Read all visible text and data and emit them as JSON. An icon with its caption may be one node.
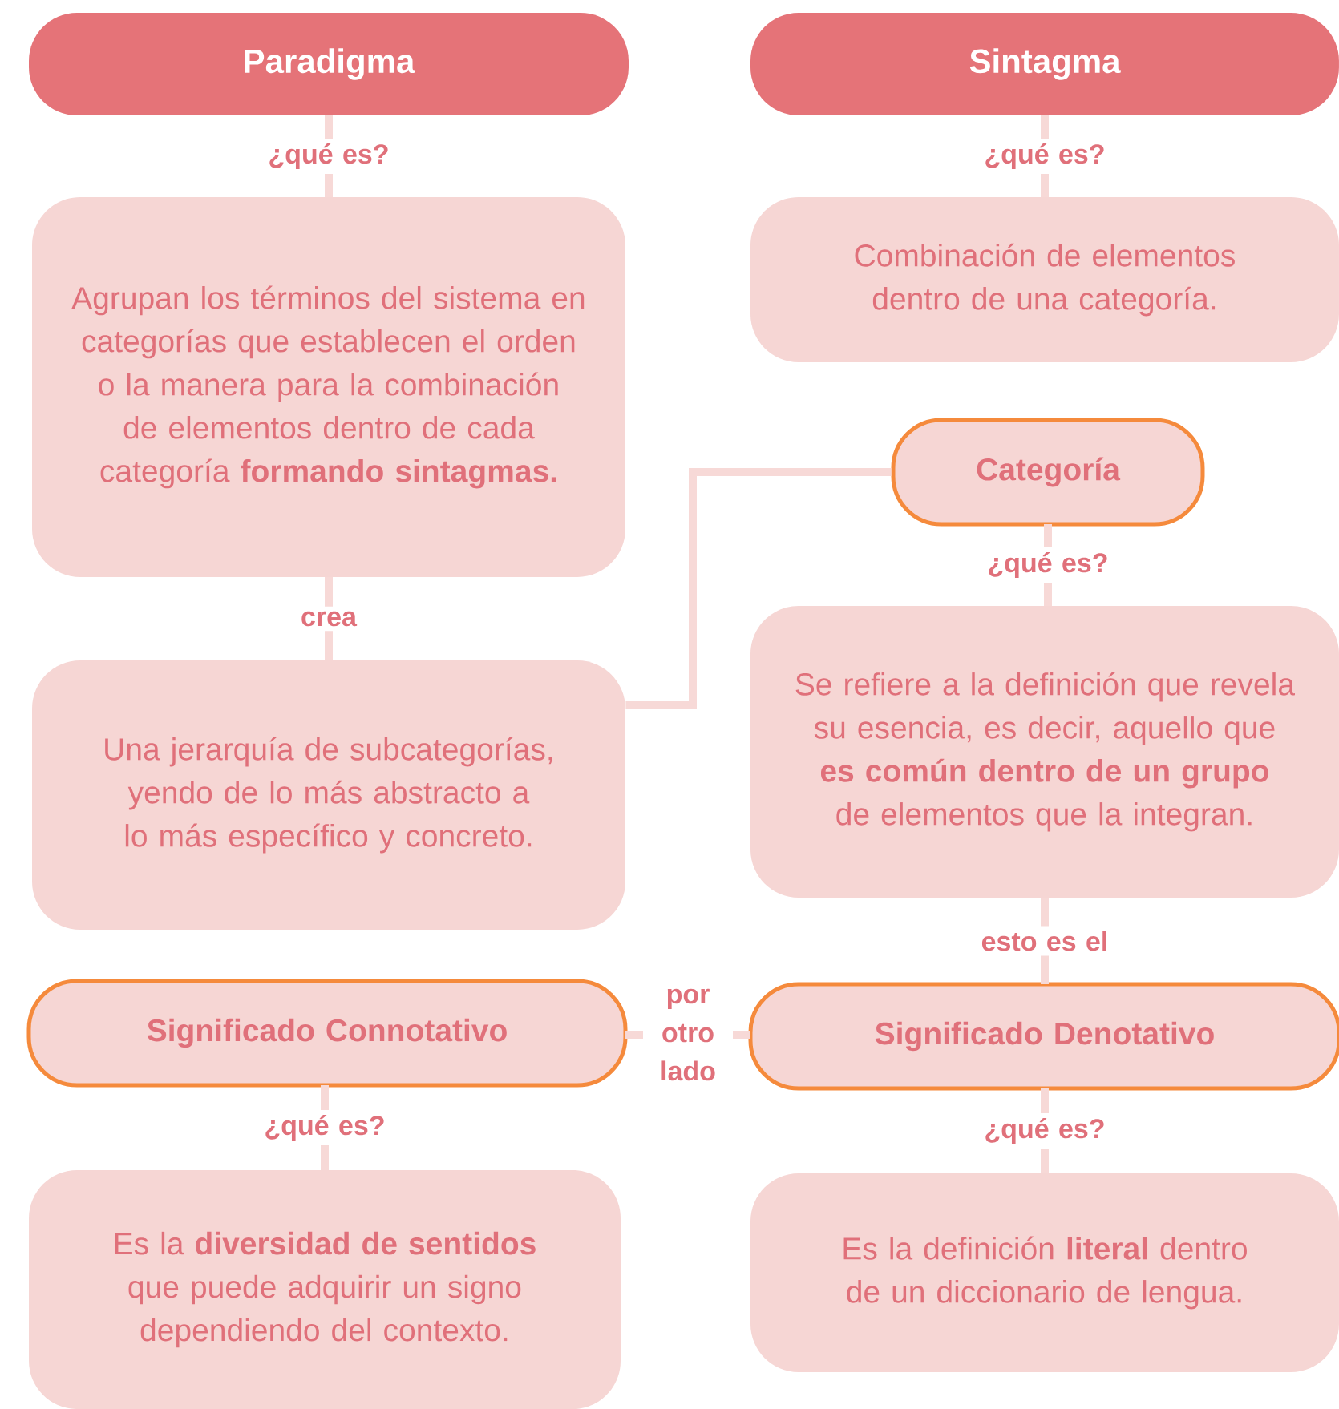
{
  "diagram": {
    "nodes": [
      {
        "text": [
          "Paradigma"
        ]
      },
      {
        "text": [
          "Sintagma"
        ]
      },
      {
        "text": [
          "Agrupan los términos del sistema en categorías que establecen el orden o la manera para la combinación de elementos dentro de cada categoría **formando sintagmas.**"
        ]
      },
      {
        "text": [
          "Combinación de elementos dentro de una categoría."
        ]
      },
      {
        "text": [
          "Categoría"
        ]
      },
      {
        "text": [
          "Una jerarquía de subcategorías, yendo de lo más abstracto a lo más específico y concreto."
        ]
      },
      {
        "text": [
          "Se refiere a la definición que revela su esencia, es decir, aquello que **es común dentro de un grupo** de elementos que la integran."
        ]
      },
      {
        "text": [
          "Significado Connotativo"
        ]
      },
      {
        "text": [
          "Significado Denotativo"
        ]
      },
      {
        "text": [
          "Es la **diversidad de sentidos** que puede adquirir un signo dependiendo del contexto."
        ]
      },
      {
        "text": [
          "Es la definición **literal** dentro de un diccionario de lengua."
        ]
      }
    ],
    "edges": [
      {
        "from": 0,
        "to": 2,
        "arrow": "none",
        "label": "¿qué es?"
      },
      {
        "from": 1,
        "to": 3,
        "arrow": "none",
        "label": "¿qué es?"
      },
      {
        "from": 2,
        "to": 5,
        "arrow": "none",
        "label": "crea"
      },
      {
        "from": 5,
        "to": 4,
        "arrow": "none"
      },
      {
        "from": 4,
        "to": 6,
        "arrow": "none",
        "label": "¿qué es?"
      },
      {
        "from": 6,
        "to": 8,
        "arrow": "none",
        "label": "esto es el"
      },
      {
        "from": 7,
        "to": 8,
        "arrow": "none",
        "label": "por otro lado"
      },
      {
        "from": 7,
        "to": 9,
        "arrow": "none",
        "label": "¿qué es?"
      },
      {
        "from": 8,
        "to": 10,
        "arrow": "none",
        "label": "¿qué es?"
      }
    ]
  }
}
